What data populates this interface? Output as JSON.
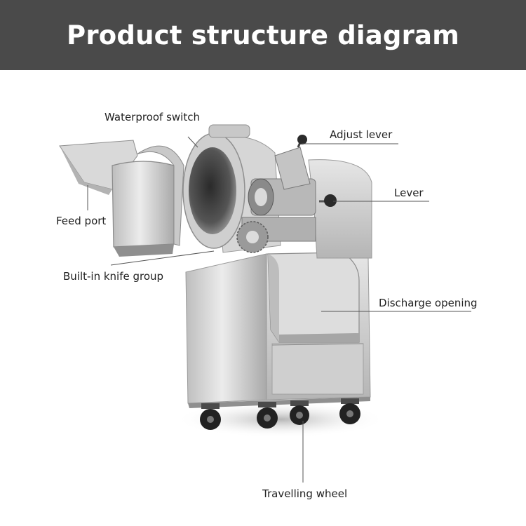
{
  "title": "Product structure diagram",
  "colors": {
    "header_bg": "#4a4a4a",
    "title_text": "#ffffff",
    "label_text": "#222222",
    "leader_line": "#555555"
  },
  "labels": {
    "waterproof_switch": "Waterproof switch",
    "adjust_lever": "Adjust lever",
    "lever": "Lever",
    "feed_port": "Feed port",
    "built_in_knife_group": "Built-in knife group",
    "discharge_opening": "Discharge opening",
    "travelling_wheel": "Travelling wheel"
  }
}
